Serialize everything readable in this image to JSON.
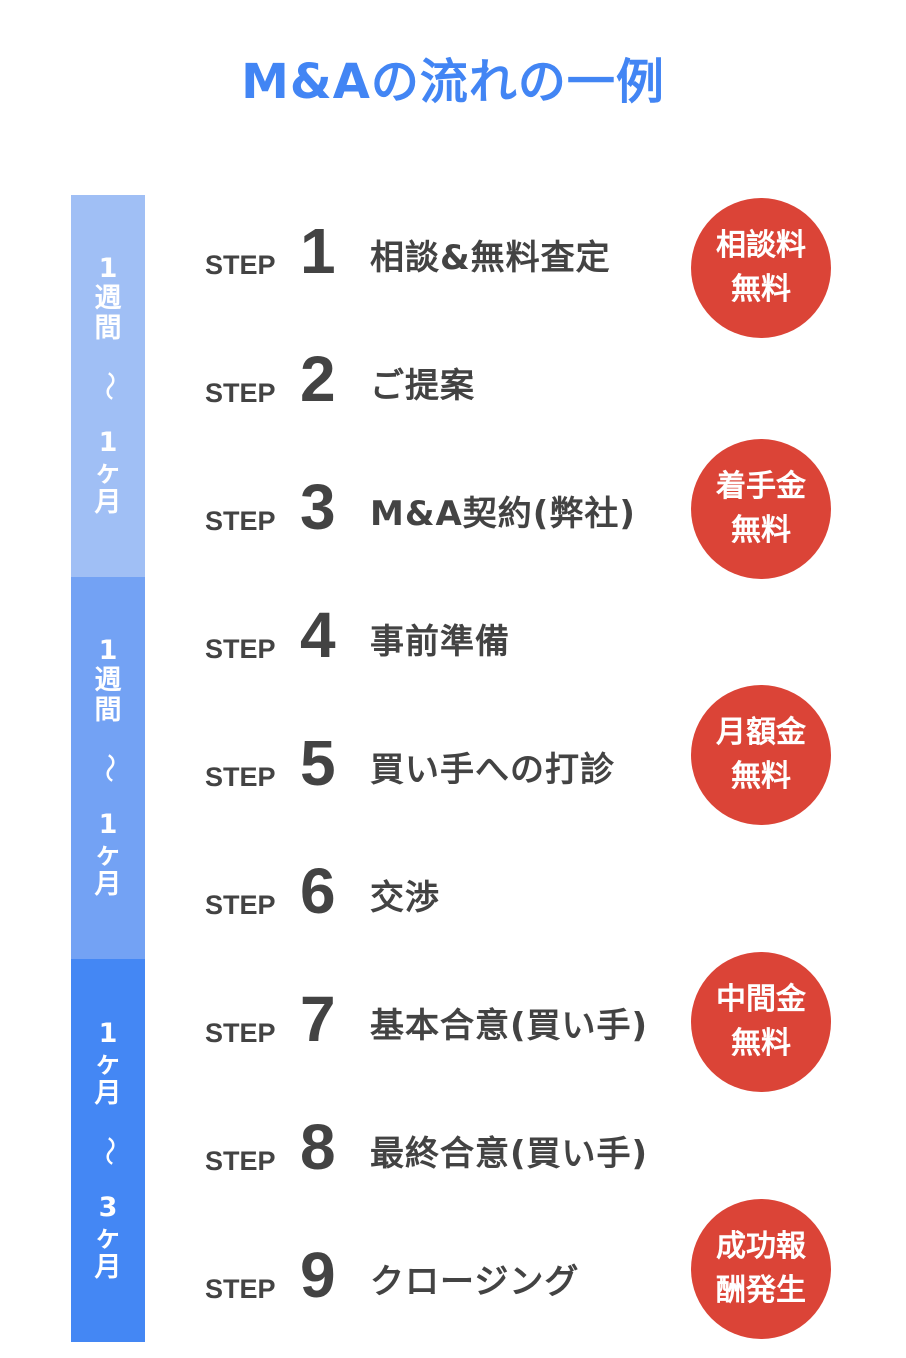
{
  "title": "M&Aの流れの一例",
  "colors": {
    "title": "#4285f4",
    "segment_1": "#a0bff5",
    "segment_2": "#73a2f4",
    "segment_3": "#4487f4",
    "text": "#434343",
    "badge": "#db4437"
  },
  "timeline": [
    {
      "from": [
        "1",
        "週",
        "間"
      ],
      "tilde": "〜",
      "to": [
        "1",
        "ヶ",
        "月"
      ]
    },
    {
      "from": [
        "1",
        "週",
        "間"
      ],
      "tilde": "〜",
      "to": [
        "1",
        "ヶ",
        "月"
      ]
    },
    {
      "from": [
        "1",
        "ヶ",
        "月"
      ],
      "tilde": "〜",
      "to": [
        "3",
        "ヶ",
        "月"
      ]
    }
  ],
  "steps": [
    {
      "label": "STEP",
      "number": "1",
      "text": "相談&無料査定"
    },
    {
      "label": "STEP",
      "number": "2",
      "text": "ご提案"
    },
    {
      "label": "STEP",
      "number": "3",
      "text": "M&A契約(弊社)"
    },
    {
      "label": "STEP",
      "number": "4",
      "text": "事前準備"
    },
    {
      "label": "STEP",
      "number": "5",
      "text": "買い手への打診"
    },
    {
      "label": "STEP",
      "number": "6",
      "text": "交渉"
    },
    {
      "label": "STEP",
      "number": "7",
      "text": "基本合意(買い手)"
    },
    {
      "label": "STEP",
      "number": "8",
      "text": "最終合意(買い手)"
    },
    {
      "label": "STEP",
      "number": "9",
      "text": "クロージング"
    }
  ],
  "badges": [
    {
      "line1": "相談料",
      "line2": "無料"
    },
    {
      "line1": "着手金",
      "line2": "無料"
    },
    {
      "line1": "月額金",
      "line2": "無料"
    },
    {
      "line1": "中間金",
      "line2": "無料"
    },
    {
      "line1": "成功報",
      "line2": "酬発生"
    }
  ]
}
